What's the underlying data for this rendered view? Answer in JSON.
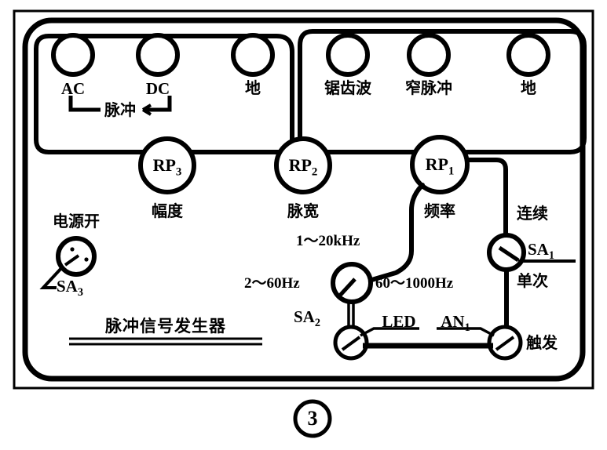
{
  "figure": {
    "caption_number": "3",
    "panel_title": "脉冲信号发生器"
  },
  "output_group_left": {
    "bracket_label": "脉冲",
    "terminals": [
      {
        "label": "AC",
        "name": "ac-terminal"
      },
      {
        "label": "DC",
        "name": "dc-terminal"
      },
      {
        "label": "地",
        "name": "ground-terminal-left"
      }
    ]
  },
  "output_group_right": {
    "terminals": [
      {
        "label": "锯齿波",
        "name": "sawtooth-terminal"
      },
      {
        "label": "窄脉冲",
        "name": "narrow-pulse-terminal"
      },
      {
        "label": "地",
        "name": "ground-terminal-right"
      }
    ]
  },
  "knobs": [
    {
      "id": "RP",
      "sub": "3",
      "caption": "幅度",
      "name": "rp3-amplitude-knob"
    },
    {
      "id": "RP",
      "sub": "2",
      "caption": "脉宽",
      "name": "rp2-pulse-width-knob"
    },
    {
      "id": "RP",
      "sub": "1",
      "caption": "频率",
      "name": "rp1-frequency-knob"
    }
  ],
  "power_switch": {
    "caption": "电源开",
    "id": "SA",
    "sub": "3"
  },
  "range_switch": {
    "id": "SA",
    "sub": "2",
    "ranges": [
      {
        "label": "1～20kHz",
        "position": "upper-left"
      },
      {
        "label": "2～60Hz",
        "position": "left"
      },
      {
        "label": "60～1000Hz",
        "position": "right"
      }
    ]
  },
  "mode_switch": {
    "id": "SA",
    "sub": "1",
    "position_upper": "连续",
    "position_lower": "单次"
  },
  "indicators": {
    "led_label": "LED",
    "button_id": "AN",
    "button_sub": "1",
    "trigger_label": "触发"
  },
  "colors": {
    "ink": "#000000",
    "paper": "#ffffff"
  }
}
